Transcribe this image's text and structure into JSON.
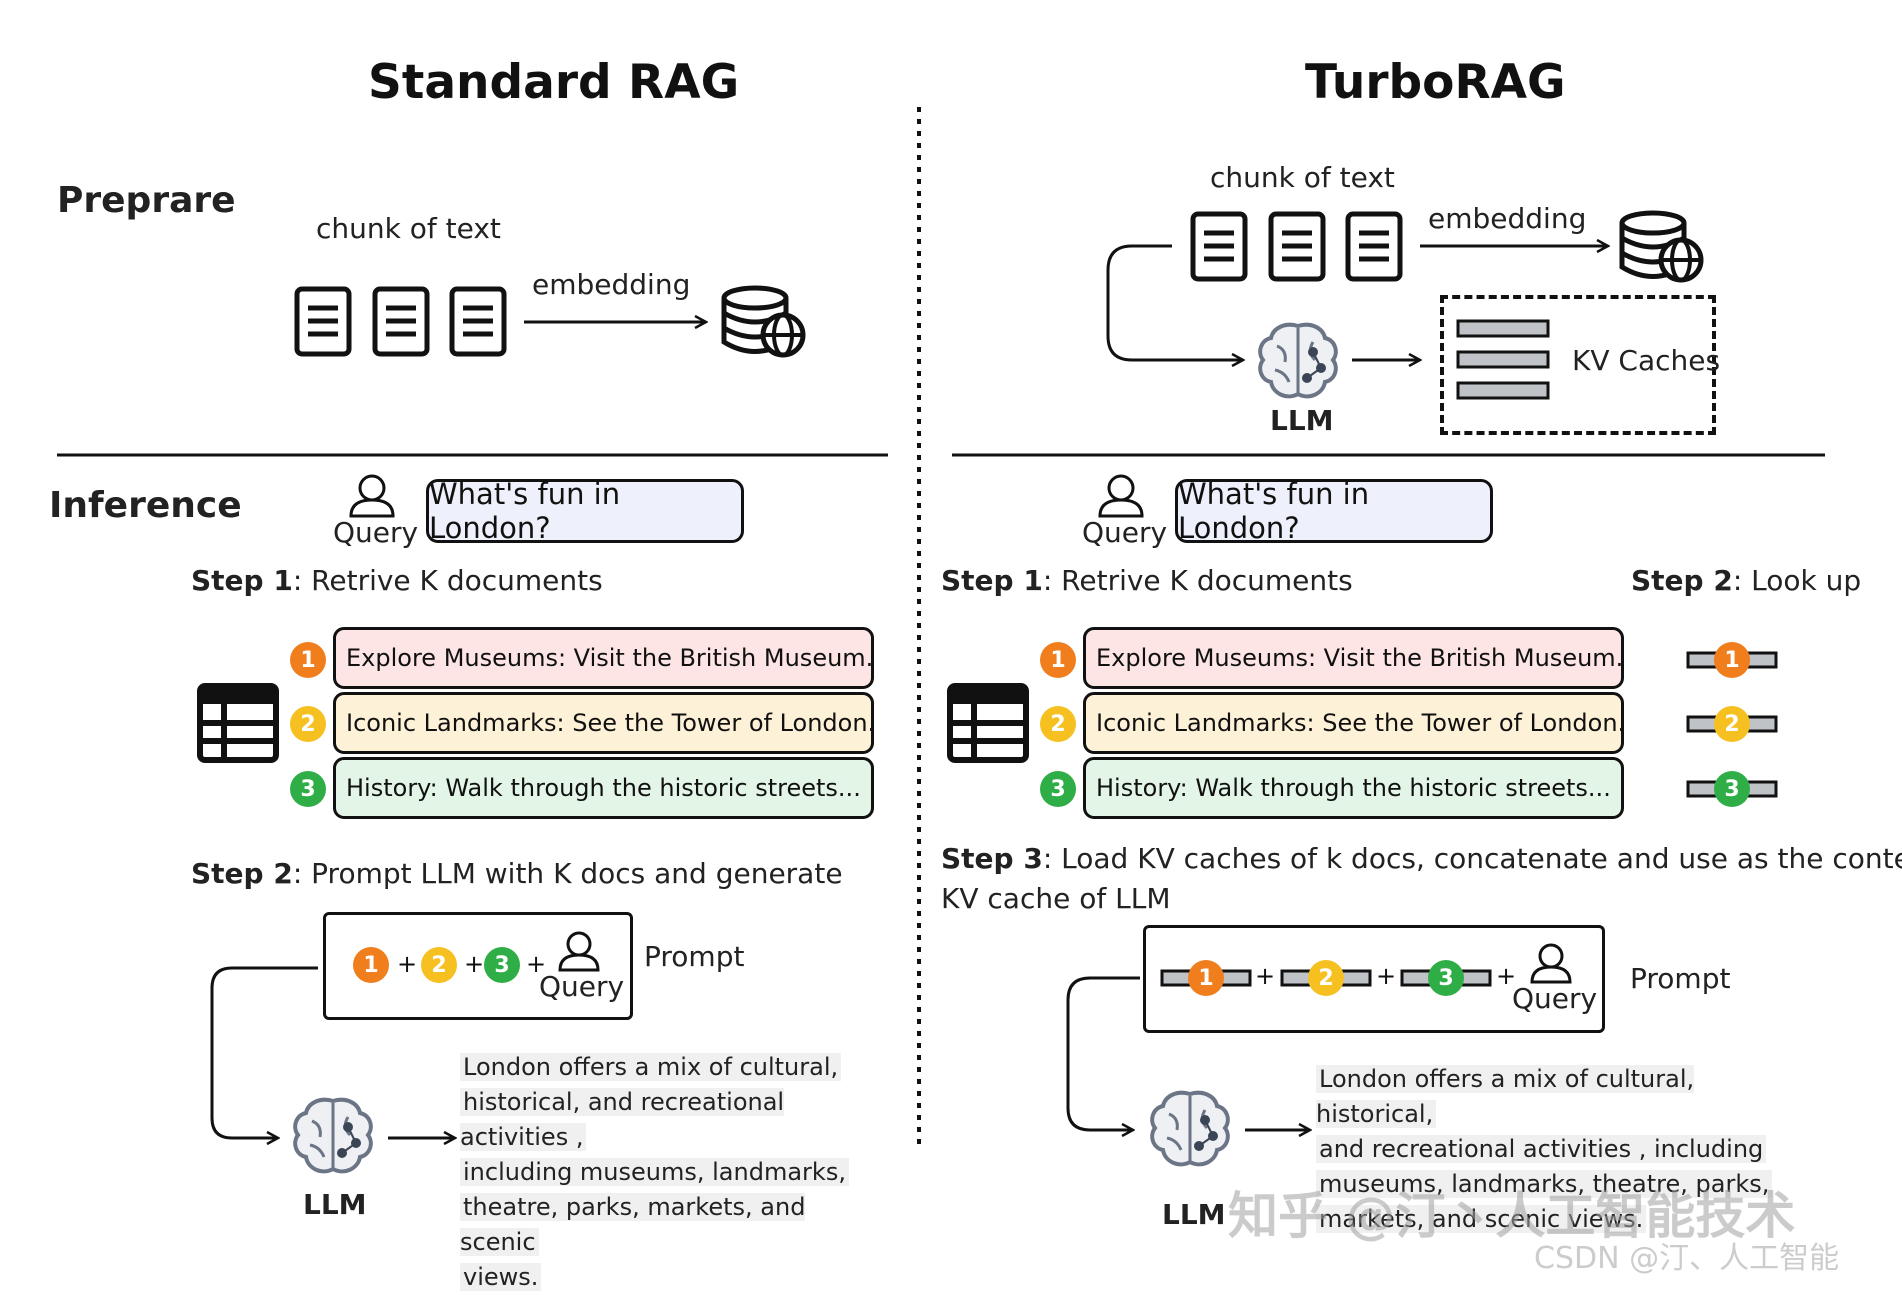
{
  "left": {
    "title": "Standard RAG",
    "prepare_label": "Preprare",
    "chunk_label": "chunk of text",
    "embedding_label": "embedding",
    "inference_label": "Inference",
    "query_label": "Query",
    "query_text": "What's fun in London?",
    "step1_bold": "Step 1",
    "step1_rest": ": Retrive K documents",
    "docs": [
      {
        "num": "1",
        "text": "Explore Museums: Visit the British Museum..."
      },
      {
        "num": "2",
        "text": "Iconic Landmarks: See the Tower of London..."
      },
      {
        "num": "3",
        "text": "History: Walk through the historic streets..."
      }
    ],
    "step2_bold": "Step 2",
    "step2_rest": ": Prompt LLM with K docs and generate",
    "prompt_label": "Prompt",
    "prompt_query": "Query",
    "llm_label": "LLM",
    "answer_lines": [
      "London offers a mix of cultural,",
      "historical, and recreational activities ,",
      "including museums, landmarks,",
      "theatre, parks, markets, and scenic",
      "views."
    ]
  },
  "right": {
    "title": "TurboRAG",
    "chunk_label": "chunk of text",
    "embedding_label": "embedding",
    "llm_label": "LLM",
    "kv_label": "KV Caches",
    "query_label": "Query",
    "query_text": "What's fun in London?",
    "step1_bold": "Step 1",
    "step1_rest": ": Retrive K documents",
    "step2_bold": "Step 2",
    "step2_rest": ": Look up",
    "docs": [
      {
        "num": "1",
        "text": "Explore Museums: Visit the British Museum..."
      },
      {
        "num": "2",
        "text": "Iconic Landmarks: See the Tower of London..."
      },
      {
        "num": "3",
        "text": "History: Walk through the historic streets..."
      }
    ],
    "step3_bold": "Step 3",
    "step3_rest": ": Load KV caches of k docs, concatenate and use as the context",
    "step3_line2": "KV cache of LLM",
    "prompt_label": "Prompt",
    "prompt_query": "Query",
    "llm_label2": "LLM",
    "answer_lines": [
      "London offers a mix of cultural, historical,",
      "and recreational activities , including",
      "museums, landmarks, theatre, parks,",
      "markets, and scenic views."
    ]
  },
  "plus_sign": "+",
  "watermark": "知乎 @汀丶人工智能技术",
  "watermark2": "CSDN @汀、人工智能",
  "colors": {
    "badge1": "#f07e1d",
    "badge2": "#f5c020",
    "badge3": "#2fae47"
  }
}
